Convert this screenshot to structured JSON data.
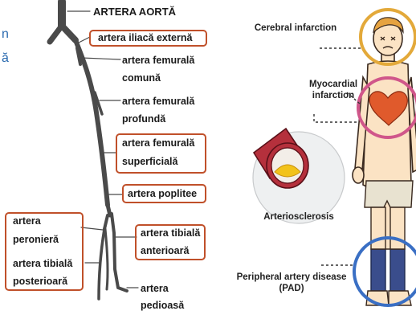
{
  "left_diagram": {
    "edge_text": [
      "n",
      "ă"
    ],
    "aorta": "ARTERA AORTĂ",
    "iliac_external": "artera iliacă externă",
    "femoral_common": [
      "artera femurală",
      "comună"
    ],
    "femoral_deep": [
      "artera femurală",
      "profundă"
    ],
    "femoral_superficial": [
      "artera femurală",
      "superficială"
    ],
    "popliteal": "artera poplitee",
    "peroneal": [
      "artera",
      "peronieră"
    ],
    "tibial_posterior": [
      "artera tibială",
      "posterioară"
    ],
    "tibial_anterior": [
      "artera tibială",
      "anterioară"
    ],
    "pedal": [
      "artera",
      "pedioasă"
    ],
    "colors": {
      "vessel": "#4a4a4a",
      "box_border": "#c0502a",
      "edge_text": "#2a6ab0"
    }
  },
  "right_diagram": {
    "cerebral": "Cerebral infarction",
    "myocardial": [
      "Myocardial",
      "infarction"
    ],
    "arterio": "Arteriosclerosis",
    "pad": [
      "Peripheral artery disease",
      "(PAD)"
    ],
    "colors": {
      "head_circle": "#e3a93a",
      "heart_circle": "#d0568a",
      "legs_circle": "#3a6fc4",
      "artery_wall": "#b5303c",
      "plaque": "#f2c21a"
    }
  }
}
